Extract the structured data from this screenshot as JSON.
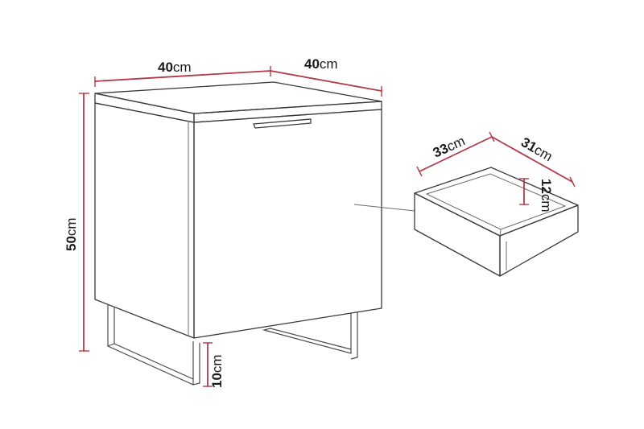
{
  "dimensions": {
    "cabinet_width": {
      "value": "40",
      "unit": "cm"
    },
    "cabinet_depth": {
      "value": "40",
      "unit": "cm"
    },
    "cabinet_height": {
      "value": "50",
      "unit": "cm"
    },
    "leg_height": {
      "value": "10",
      "unit": "cm"
    },
    "drawer_width": {
      "value": "33",
      "unit": "cm"
    },
    "drawer_depth": {
      "value": "31",
      "unit": "cm"
    },
    "drawer_height": {
      "value": "12",
      "unit": "cm"
    }
  },
  "colors": {
    "dimension_line": "#b03a48",
    "outline": "#3a3a3a",
    "background": "#ffffff"
  }
}
